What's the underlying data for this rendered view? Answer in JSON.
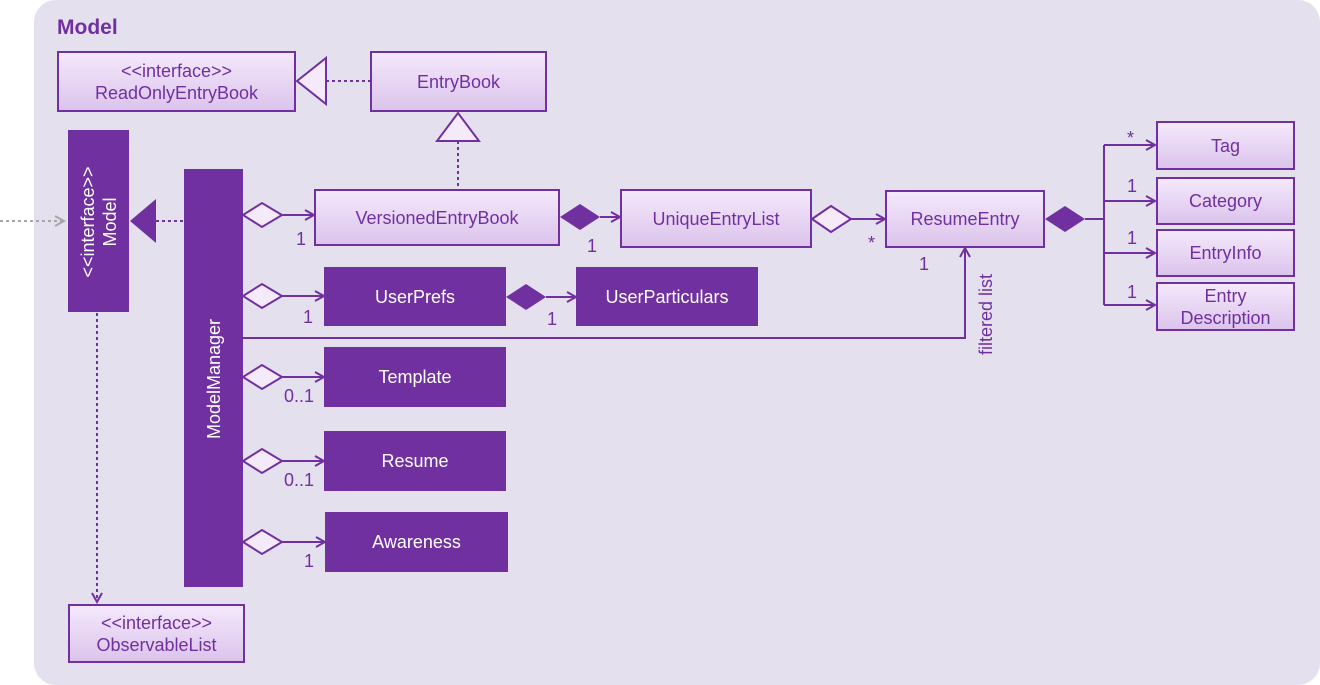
{
  "package": {
    "title": "Model"
  },
  "classes": {
    "readonly": {
      "stereotype": "<<interface>>",
      "name": "ReadOnlyEntryBook"
    },
    "entrybook": {
      "name": "EntryBook"
    },
    "model": {
      "stereotype": "<<interface>>",
      "name": "Model"
    },
    "modelmanager": {
      "name": "ModelManager"
    },
    "versioned": {
      "name": "VersionedEntryBook"
    },
    "uniquelist": {
      "name": "UniqueEntryList"
    },
    "resumeentry": {
      "name": "ResumeEntry"
    },
    "tag": {
      "name": "Tag"
    },
    "category": {
      "name": "Category"
    },
    "entryinfo": {
      "name": "EntryInfo"
    },
    "entrydesc": {
      "line1": "Entry",
      "line2": "Description"
    },
    "userprefs": {
      "name": "UserPrefs"
    },
    "userparticulars": {
      "name": "UserParticulars"
    },
    "template": {
      "name": "Template"
    },
    "resume": {
      "name": "Resume"
    },
    "awareness": {
      "name": "Awareness"
    },
    "observable": {
      "stereotype": "<<interface>>",
      "name": "ObservableList"
    }
  },
  "multiplicities": {
    "mm_versioned": "1",
    "versioned_unique": "1",
    "unique_entry": "*",
    "mm_entry": "1",
    "tag": "*",
    "category": "1",
    "entryinfo": "1",
    "entrydesc": "1",
    "mm_userprefs": "1",
    "prefs_particulars": "1",
    "template": "0..1",
    "resume": "0..1",
    "awareness": "1"
  },
  "labels": {
    "filtered_list": "filtered list"
  },
  "colors": {
    "primary": "#7030a0",
    "package_bg": "#e5e0ee",
    "dashed_external": "#a6a6a6"
  }
}
